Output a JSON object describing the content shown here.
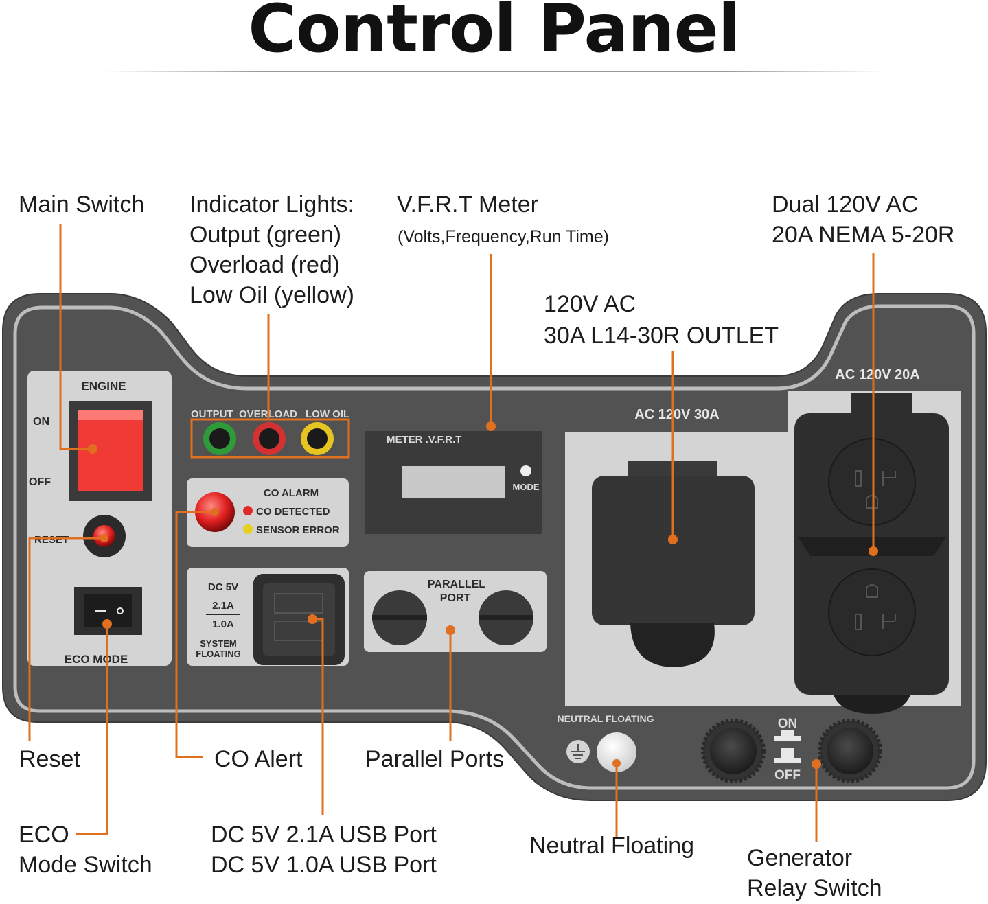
{
  "title": "Control Panel",
  "callouts": {
    "main_switch": "Main Switch",
    "indicator": [
      "Indicator Lights:",
      "Output (green)",
      "Overload (red)",
      "Low Oil (yellow)"
    ],
    "vfrt": "V.F.R.T Meter",
    "vfrt_sub": "(Volts,Frequency,Run Time)",
    "dual_ac": [
      "Dual 120V AC",
      "20A NEMA 5-20R"
    ],
    "ac_30a": [
      "120V AC",
      "30A L14-30R OUTLET"
    ],
    "reset": "Reset",
    "co_alert": "CO Alert",
    "parallel_ports": "Parallel Ports",
    "eco": [
      "ECO",
      "Mode Switch"
    ],
    "usb": [
      "DC 5V 2.1A USB Port",
      "DC 5V  1.0A USB Port"
    ],
    "neutral_floating": "Neutral Floating",
    "relay": [
      "Generator",
      "Relay Switch"
    ]
  },
  "panel": {
    "engine": "ENGINE",
    "on": "ON",
    "off": "OFF",
    "reset": "RESET",
    "eco_mode": "ECO MODE",
    "output": "OUTPUT",
    "overload": "OVERLOAD",
    "low_oil": "LOW OIL",
    "co_alarm": "CO ALARM",
    "co_detected": "CO DETECTED",
    "sensor_error": "SENSOR ERROR",
    "meter": "METER .V.F.R.T",
    "mode": "MODE",
    "dc5v": "DC 5V",
    "dc_21a": "2.1A",
    "dc_10a": "1.0A",
    "system": "SYSTEM",
    "floating": "FLOATING",
    "parallel": "PARALLEL",
    "port": "PORT",
    "ac30": "AC 120V 30A",
    "ac20": "AC 120V 20A",
    "neutral_floating": "NEUTRAL FLOATING",
    "relay_on": "ON",
    "relay_off": "OFF"
  },
  "colors": {
    "leader": "#e0701f",
    "panel_dark": "#525252",
    "panel_light": "#d4d4d4",
    "switch_red": "#f03a36",
    "led_green": "#2e9a3a",
    "led_red": "#d23232",
    "led_yellow": "#e6c522"
  }
}
